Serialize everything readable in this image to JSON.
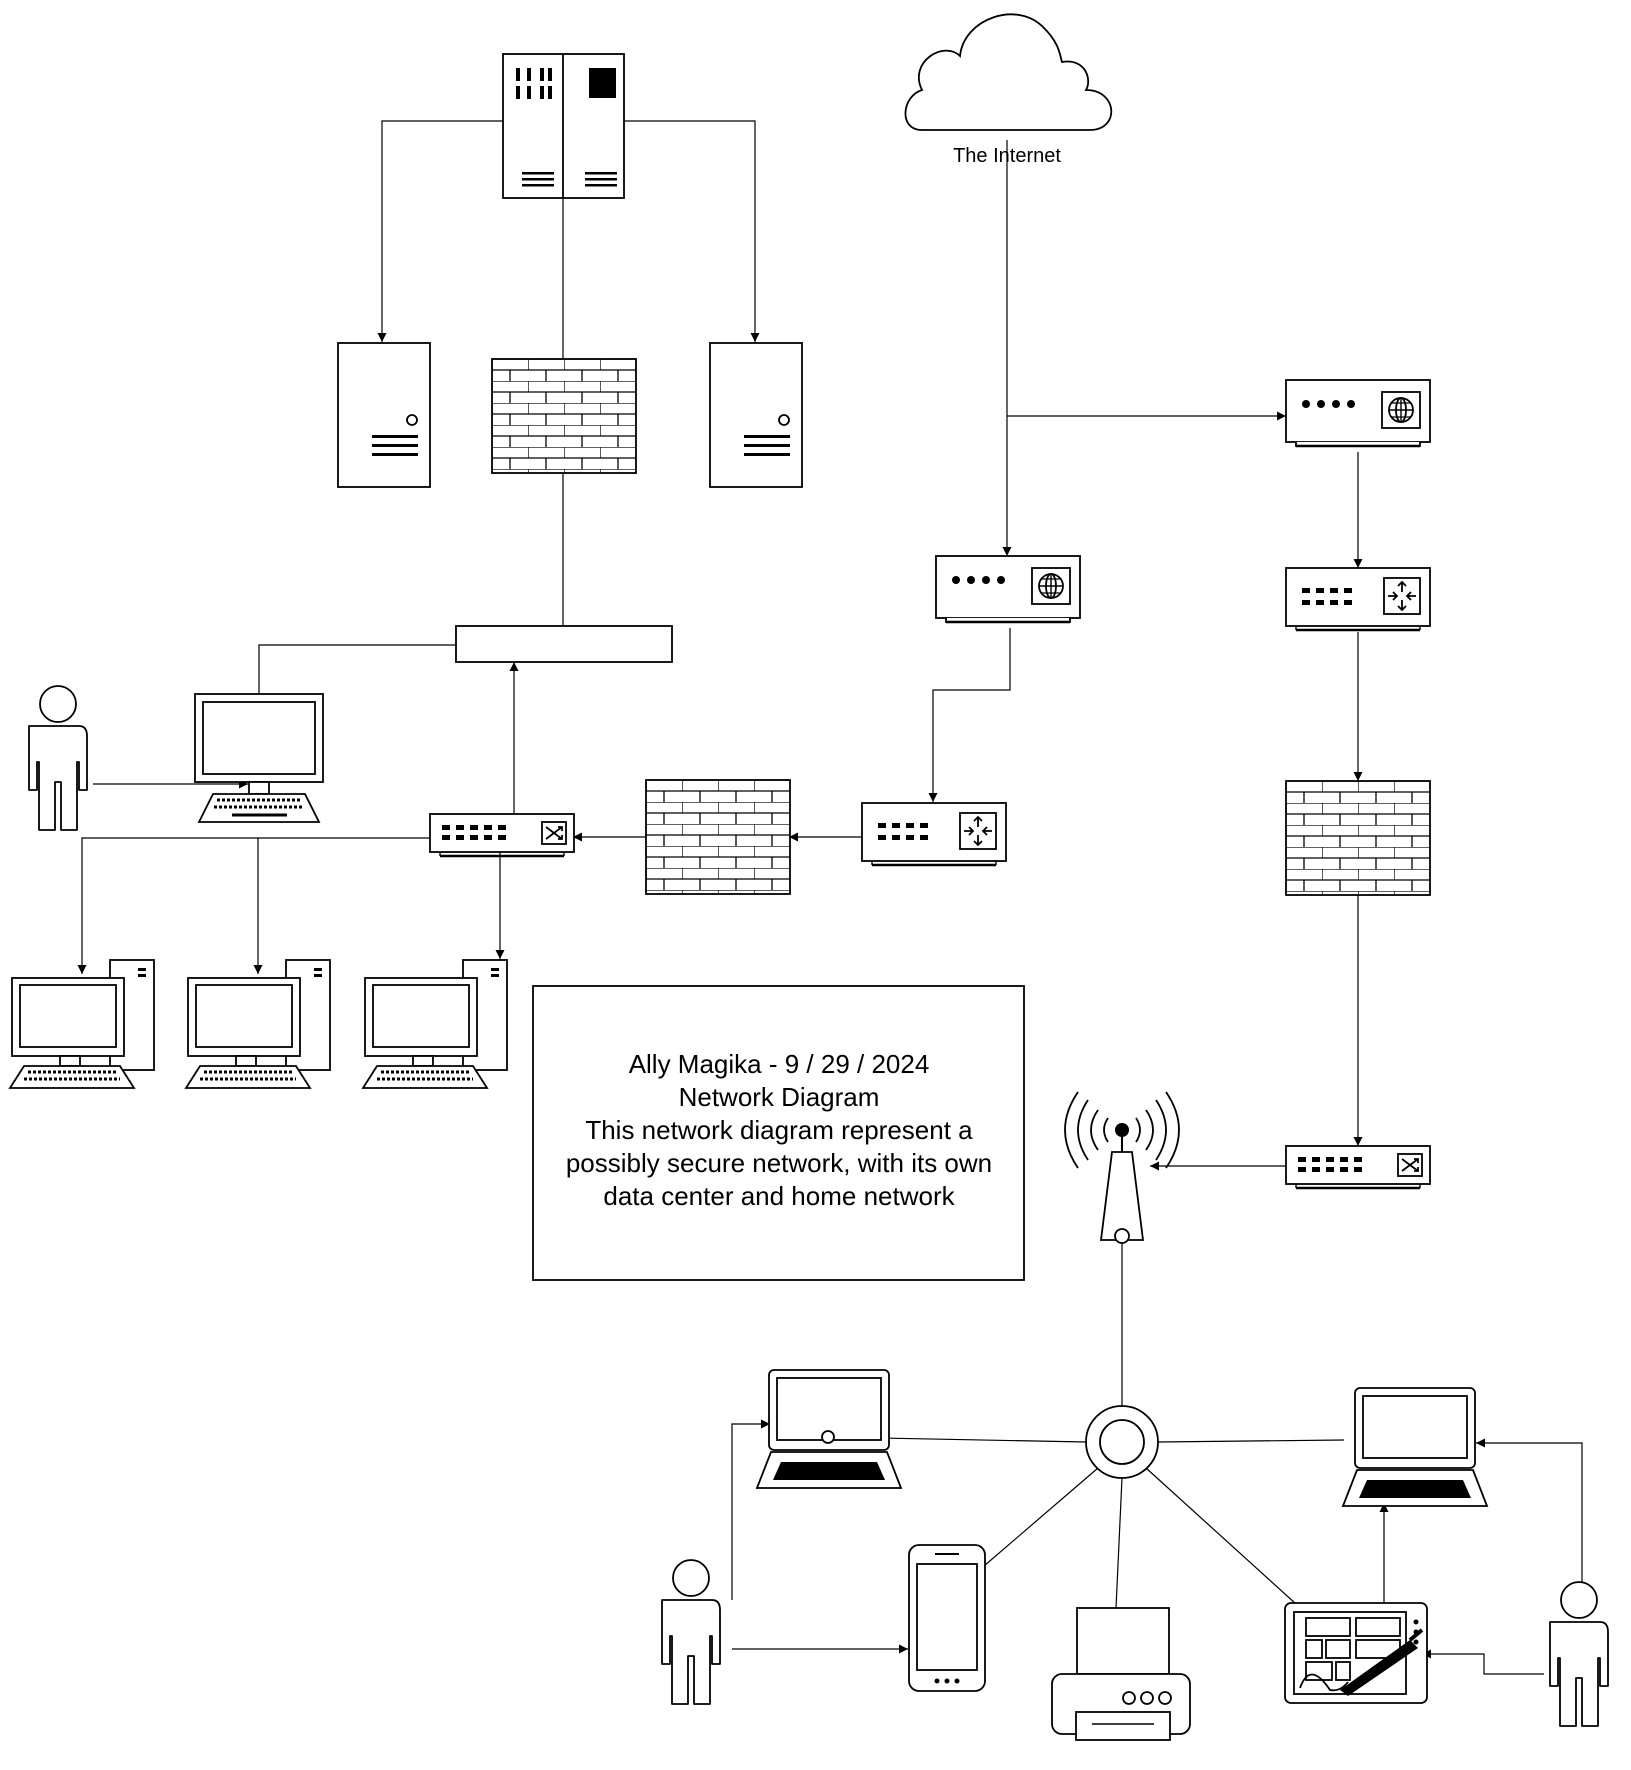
{
  "cloud": {
    "label": "The Internet"
  },
  "note": {
    "lines": [
      "Ally Magika - 9 / 29 / 2024",
      "Network Diagram",
      "This network diagram represent a",
      "possibly secure network, with its own",
      "data center and home network"
    ]
  },
  "colors": {
    "stroke": "#000000",
    "background": "#ffffff"
  },
  "icons": [
    "cloud-icon",
    "server-rack-icon",
    "server-tower-icon",
    "firewall-icon",
    "modem-icon",
    "router-icon",
    "switch-icon",
    "desktop-computer-icon",
    "user-icon",
    "wireless-tower-icon",
    "hub-icon",
    "laptop-icon",
    "smartphone-icon",
    "printer-icon",
    "tablet-icon"
  ]
}
